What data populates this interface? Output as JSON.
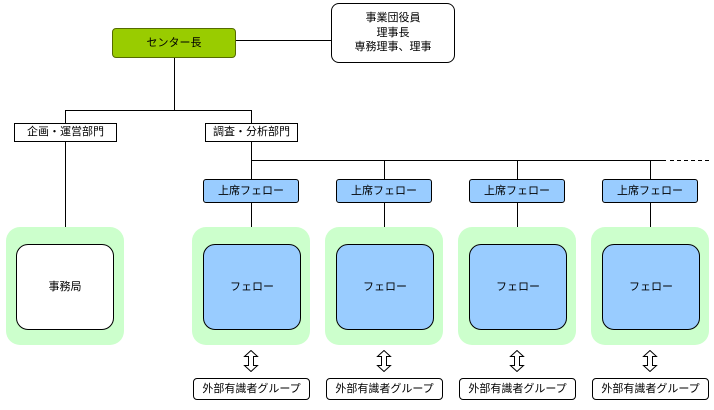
{
  "colors": {
    "director_fill": "#99cc00",
    "unit_fill": "#99ccff",
    "zone_fill": "#ccffcc",
    "box_fill": "#ffffff",
    "line": "#000000"
  },
  "director": {
    "label": "センター長"
  },
  "board": {
    "lines": [
      "事業団役員",
      "理事長",
      "専務理事、理事"
    ]
  },
  "departments": {
    "planning": {
      "label": "企画・運営部門"
    },
    "research": {
      "label": "調査・分析部門"
    }
  },
  "office": {
    "label": "事務局"
  },
  "units": [
    {
      "senior_label": "上席フェロー",
      "fellow_label": "フェロー",
      "external_label": "外部有識者グループ"
    },
    {
      "senior_label": "上席フェロー",
      "fellow_label": "フェロー",
      "external_label": "外部有識者グループ"
    },
    {
      "senior_label": "上席フェロー",
      "fellow_label": "フェロー",
      "external_label": "外部有識者グループ"
    },
    {
      "senior_label": "上席フェロー",
      "fellow_label": "フェロー",
      "external_label": "外部有識者グループ"
    }
  ],
  "icons": {
    "continuation": "dashed-line",
    "link": "double-arrow-icon"
  }
}
